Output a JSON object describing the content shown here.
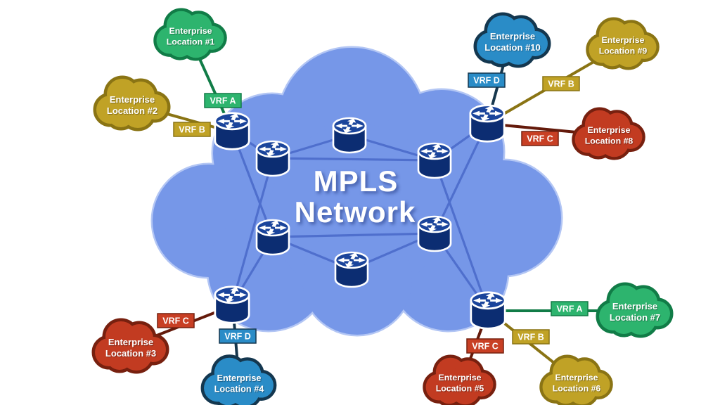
{
  "title": {
    "line1": "MPLS",
    "line2": "Network"
  },
  "locations": [
    {
      "line1": "Enterprise",
      "line2": "Location #1",
      "vrf_label": "VRF A",
      "color": "green"
    },
    {
      "line1": "Enterprise",
      "line2": "Location #2",
      "vrf_label": "VRF B",
      "color": "gold"
    },
    {
      "line1": "Enterprise",
      "line2": "Location #3",
      "vrf_label": "VRF C",
      "color": "red"
    },
    {
      "line1": "Enterprise",
      "line2": "Location #4",
      "vrf_label": "VRF D",
      "color": "blue"
    },
    {
      "line1": "Enterprise",
      "line2": "Location #5",
      "vrf_label": "VRF C",
      "color": "red"
    },
    {
      "line1": "Enterprise",
      "line2": "Location #6",
      "vrf_label": "VRF B",
      "color": "gold"
    },
    {
      "line1": "Enterprise",
      "line2": "Location #7",
      "vrf_label": "VRF A",
      "color": "green"
    },
    {
      "line1": "Enterprise",
      "line2": "Location #8",
      "vrf_label": "VRF C",
      "color": "red"
    },
    {
      "line1": "Enterprise",
      "line2": "Location #9",
      "vrf_label": "VRF B",
      "color": "gold"
    },
    {
      "line1": "Enterprise",
      "line2": "Location #10",
      "vrf_label": "VRF D",
      "color": "blue"
    }
  ],
  "palette": {
    "mpls_cloud_fill": "#7697e8",
    "mpls_cloud_rim": "#b3c6f4",
    "mesh_line": "#4f6fcd",
    "router_body": "#0c2d72",
    "router_top": "#1a449b",
    "vrf_a_fill": "#2db46e",
    "vrf_a_dark": "#117c47",
    "vrf_b_fill": "#c0a226",
    "vrf_b_dark": "#8a7414",
    "vrf_c_fill": "#c83f24",
    "vrf_c_dark": "#77200f",
    "vrf_d_fill": "#2a8cc7",
    "vrf_d_dark": "#14374f"
  }
}
